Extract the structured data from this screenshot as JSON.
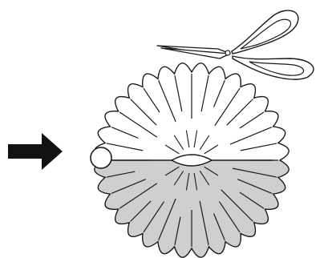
{
  "colors": {
    "stroke": "#1a1a1a",
    "fill_white": "#ffffff",
    "fill_gray": "#cfcfcf",
    "arrow": "#111111",
    "background": "#ffffff"
  },
  "icons": {
    "arrow": "right-arrow-icon",
    "scissors": "scissors-icon"
  },
  "diagram": {
    "scallop_count": 32,
    "lower_half_shaded": true,
    "elements": [
      "right-arrow",
      "scalloped-circle",
      "fold-line",
      "knob",
      "center-opening",
      "scissors"
    ]
  }
}
